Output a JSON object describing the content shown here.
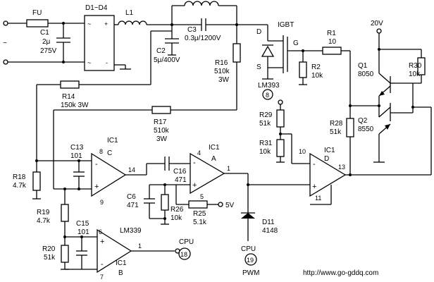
{
  "labels": {
    "fu": "FU",
    "c1": "C1",
    "c1_val": "2μ",
    "c1_volt": "275V",
    "d1d4": "D1~D4",
    "l1": "L1",
    "c3": "C3",
    "c3_val": "0.3μ/1200V",
    "c2": "C2",
    "c2_val": "5μ/400V",
    "igbt": "IGBT",
    "igbt_d": "D",
    "igbt_s": "S",
    "igbt_g": "G",
    "r1": "R1",
    "r1_val": "10",
    "r2": "R2",
    "r2_val": "10k",
    "r16": "R16",
    "r16_val": "510k",
    "r16_w": "3W",
    "lm393": "LM393",
    "vcc": "20V",
    "q1": "Q1",
    "q1_val": "8050",
    "q2": "Q2",
    "q2_val": "8550",
    "r30": "R30",
    "r30_val": "10k",
    "r14": "R14",
    "r14_val": "150k 3W",
    "r17": "R17",
    "r17_val": "510k",
    "r17_w": "3W",
    "r29": "R29",
    "r29_val": "51k",
    "r31": "R31",
    "r31_val": "10k",
    "r28": "R28",
    "r28_val": "51k",
    "c13": "C13",
    "c13_val": "101",
    "ic1c": "IC1",
    "ic1c_u": "C",
    "ic1a": "IC1",
    "ic1a_u": "A",
    "ic1d": "IC1",
    "ic1d_u": "D",
    "ic1b": "IC1",
    "ic1b_u": "B",
    "c16": "C16",
    "c16_val": "471",
    "c6": "C6",
    "c6_val": "471",
    "r26": "R26",
    "r26_val": "10k",
    "r25": "R25",
    "r25_val": "5.1k",
    "v5": "5V",
    "r18": "R18",
    "r18_val": "4.7k",
    "r19": "R19",
    "r19_val": "4.7k",
    "r20": "R20",
    "r20_val": "51k",
    "c15": "C15",
    "c15_val": "101",
    "lm339": "LM339",
    "d11": "D11",
    "d11_val": "4148",
    "cpu_pwm": "CPU",
    "pwm": "PWM",
    "cpu_18": "CPU",
    "n8": "8",
    "n14": "14",
    "n9": "9",
    "n4": "4",
    "n5": "5",
    "n1a": "1",
    "n10": "10",
    "n11": "11",
    "n13": "13",
    "n6": "6",
    "n7": "7",
    "n1b": "1",
    "circ8": "8",
    "circ18": "18",
    "circ19": "19",
    "url": "http://www.go-gddq.com"
  }
}
